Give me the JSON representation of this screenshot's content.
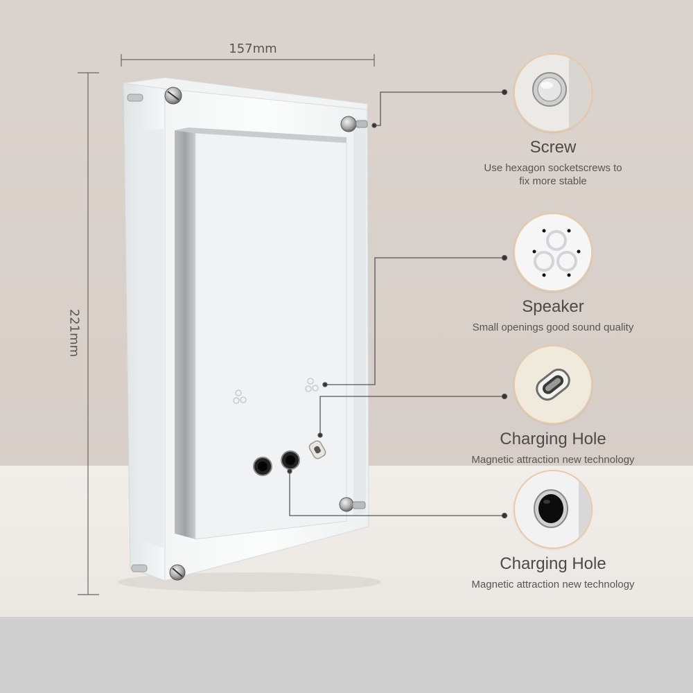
{
  "dimensions": {
    "width_label": "157mm",
    "height_label": "221mm"
  },
  "callouts": [
    {
      "title": "Screw",
      "description_line1": "Use hexagon socketscrews to",
      "description_line2": "fix more stable",
      "icon": "screw-icon"
    },
    {
      "title": "Speaker",
      "description_line1": "Small openings good sound quality",
      "description_line2": "",
      "icon": "speaker-holes-icon"
    },
    {
      "title": "Charging Hole",
      "description_line1": "Magnetic attraction new technology",
      "description_line2": "",
      "icon": "magnetic-charging-port-icon"
    },
    {
      "title": "Charging Hole",
      "description_line1": "Magnetic attraction new technology",
      "description_line2": "",
      "icon": "round-charging-hole-icon"
    }
  ],
  "colors": {
    "wall": "#d8d0ca",
    "table": "#efebe7",
    "floor": "#cfcfcf",
    "thumb_border": "#e9c9a6",
    "leader_line": "#555555"
  }
}
